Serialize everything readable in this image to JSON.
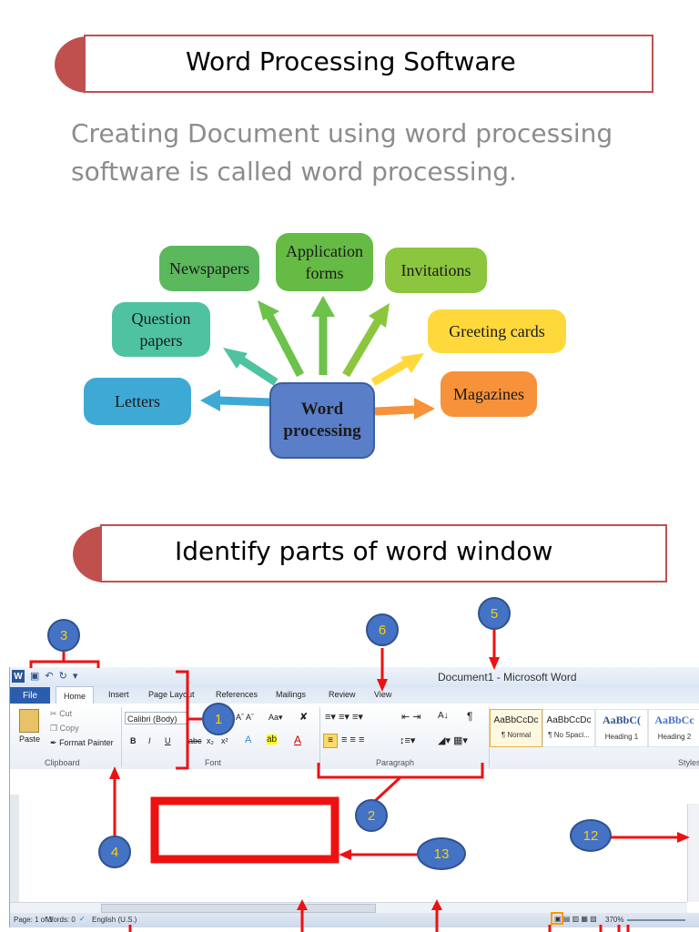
{
  "slide1": {
    "title": "Word Processing Software",
    "subtitle": "Creating Document using word processing software is called word processing."
  },
  "diagram": {
    "center": "Word processing",
    "nodes": [
      {
        "label": "Newspapers",
        "color": "#5cb85c"
      },
      {
        "label": "Application forms",
        "color": "#66bb44"
      },
      {
        "label": "Invitations",
        "color": "#8cc63e"
      },
      {
        "label": "Question papers",
        "color": "#4fc3a1"
      },
      {
        "label": "Greeting cards",
        "color": "#ffd93b"
      },
      {
        "label": "Letters",
        "color": "#3fa9d6"
      },
      {
        "label": "Magazines",
        "color": "#f7923a"
      }
    ],
    "center_color": "#5b7ec9"
  },
  "slide2": {
    "title": "Identify parts of word window"
  },
  "word_window": {
    "document_title": "Document1 - Microsoft Word",
    "tabs": [
      "File",
      "Home",
      "Insert",
      "Page Layout",
      "References",
      "Mailings",
      "Review",
      "View"
    ],
    "clipboard": {
      "paste": "Paste",
      "cut": "Cut",
      "copy": "Copy",
      "format_painter": "Format Painter",
      "label": "Clipboard"
    },
    "font": {
      "name": "Calibri (Body)",
      "label": "Font"
    },
    "paragraph": {
      "label": "Paragraph"
    },
    "styles": {
      "label": "Styles",
      "items": [
        {
          "preview": "AaBbCcDc",
          "name": "¶ Normal"
        },
        {
          "preview": "AaBbCcDc",
          "name": "¶ No Spaci..."
        },
        {
          "preview": "AaBbC(",
          "name": "Heading 1"
        },
        {
          "preview": "AaBbCc",
          "name": "Heading 2"
        }
      ]
    },
    "status": {
      "page": "Page: 1 of 1",
      "words": "Words: 0",
      "language": "English (U.S.)",
      "zoom": "370%"
    }
  },
  "callouts": [
    "1",
    "2",
    "3",
    "4",
    "5",
    "6",
    "12",
    "13"
  ],
  "colors": {
    "accent_red": "#c0504d",
    "callout_blue": "#4472c4",
    "callout_text": "#ffd000",
    "arrow_red": "#ee1111"
  }
}
